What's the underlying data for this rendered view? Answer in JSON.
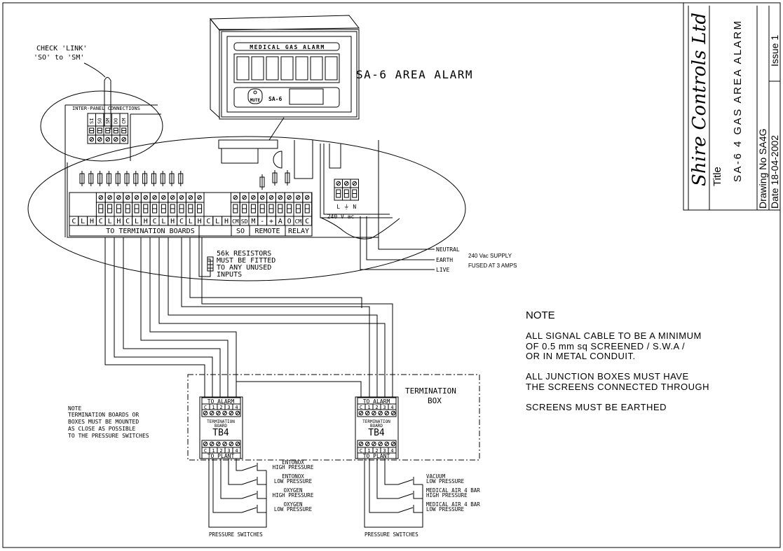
{
  "title_block": {
    "company": "Shire Controls Ltd",
    "title_label": "Title",
    "title": "SA-6 4 GAS AREA ALARM",
    "drawing_no": "Drawing No  SA4G",
    "date": "Date  18-04-2002",
    "issue": "Issue 1"
  },
  "alarm_panel": {
    "heading": "SA-6 AREA ALARM",
    "panel_title": "MEDICAL GAS ALARM",
    "mute_label": "MUTE",
    "model": "SA-6"
  },
  "link_note": {
    "line1": "CHECK 'LINK'",
    "line2": "'SO' to 'SM'"
  },
  "inter_panel": {
    "title": "INTER-PANEL CONNECTIONS",
    "terminals": [
      "SI",
      "SO",
      "SM",
      "DO",
      "CM"
    ]
  },
  "terminal_strip": {
    "labels": [
      "C",
      "L",
      "H",
      "C",
      "L",
      "H",
      "C",
      "L",
      "H",
      "C",
      "L",
      "H",
      "C",
      "L",
      "H",
      "C",
      "L",
      "H",
      "CM",
      "SD",
      "M",
      "-",
      "+",
      "A",
      "O",
      "CM",
      "C"
    ],
    "groups": {
      "termination": "TO TERMINATION BOARDS",
      "so": "SO",
      "remote": "REMOTE",
      "relay": "RELAY"
    }
  },
  "power": {
    "terminals": [
      "L",
      "⏚",
      "N"
    ],
    "rating": "240 V ac",
    "neutral": "NEUTRAL",
    "earth": "EARTH",
    "live": "LIVE",
    "supply": "240 Vac SUPPLY",
    "fuse": "FUSED AT 3 AMPS"
  },
  "resistor_note": [
    "56k RESISTORS",
    "MUST BE FITTED",
    "TO ANY UNUSED",
    "INPUTS"
  ],
  "notes_right": {
    "heading": "NOTE",
    "lines": [
      "ALL SIGNAL CABLE TO BE A MINIMUM",
      "OF 0.5 mm sq SCREENED / S.W.A /",
      "OR IN METAL CONDUIT.",
      "ALL JUNCTION BOXES MUST HAVE",
      "THE SCREENS CONNECTED THROUGH",
      "SCREENS MUST BE EARTHED"
    ]
  },
  "notes_left": [
    "NOTE",
    "TERMINATION BOARDS OR",
    "BOXES MUST BE MOUNTED",
    "AS CLOSE AS POSSIBLE",
    "TO THE PRESSURE SWITCHES"
  ],
  "termination_box": {
    "line1": "TERMINATION",
    "line2": "BOX"
  },
  "termination_board": {
    "top": "TO ALARM",
    "bottom": "TO PLANT",
    "terminals": [
      "C",
      "1",
      "2",
      "3",
      "4"
    ],
    "caption1": "TERMINATION",
    "caption2": "BOARD",
    "name": "TB4"
  },
  "pressure_switches": {
    "label": "PRESSURE SWITCHES",
    "left": [
      [
        "ENTONOX",
        "HIGH PRESSURE"
      ],
      [
        "ENTONOX",
        "LOW PRESSURE"
      ],
      [
        "OXYGEN",
        "HIGH PRESSURE"
      ],
      [
        "OXYGEN",
        "LOW PRESSURE"
      ]
    ],
    "right": [
      [
        "VACUUM",
        "LOW PRESSURE"
      ],
      [
        "MEDICAL AIR 4 BAR",
        "HIGH PRESSURE"
      ],
      [
        "MEDICAL AIR 4 BAR",
        "LOW PRESSURE"
      ]
    ]
  }
}
